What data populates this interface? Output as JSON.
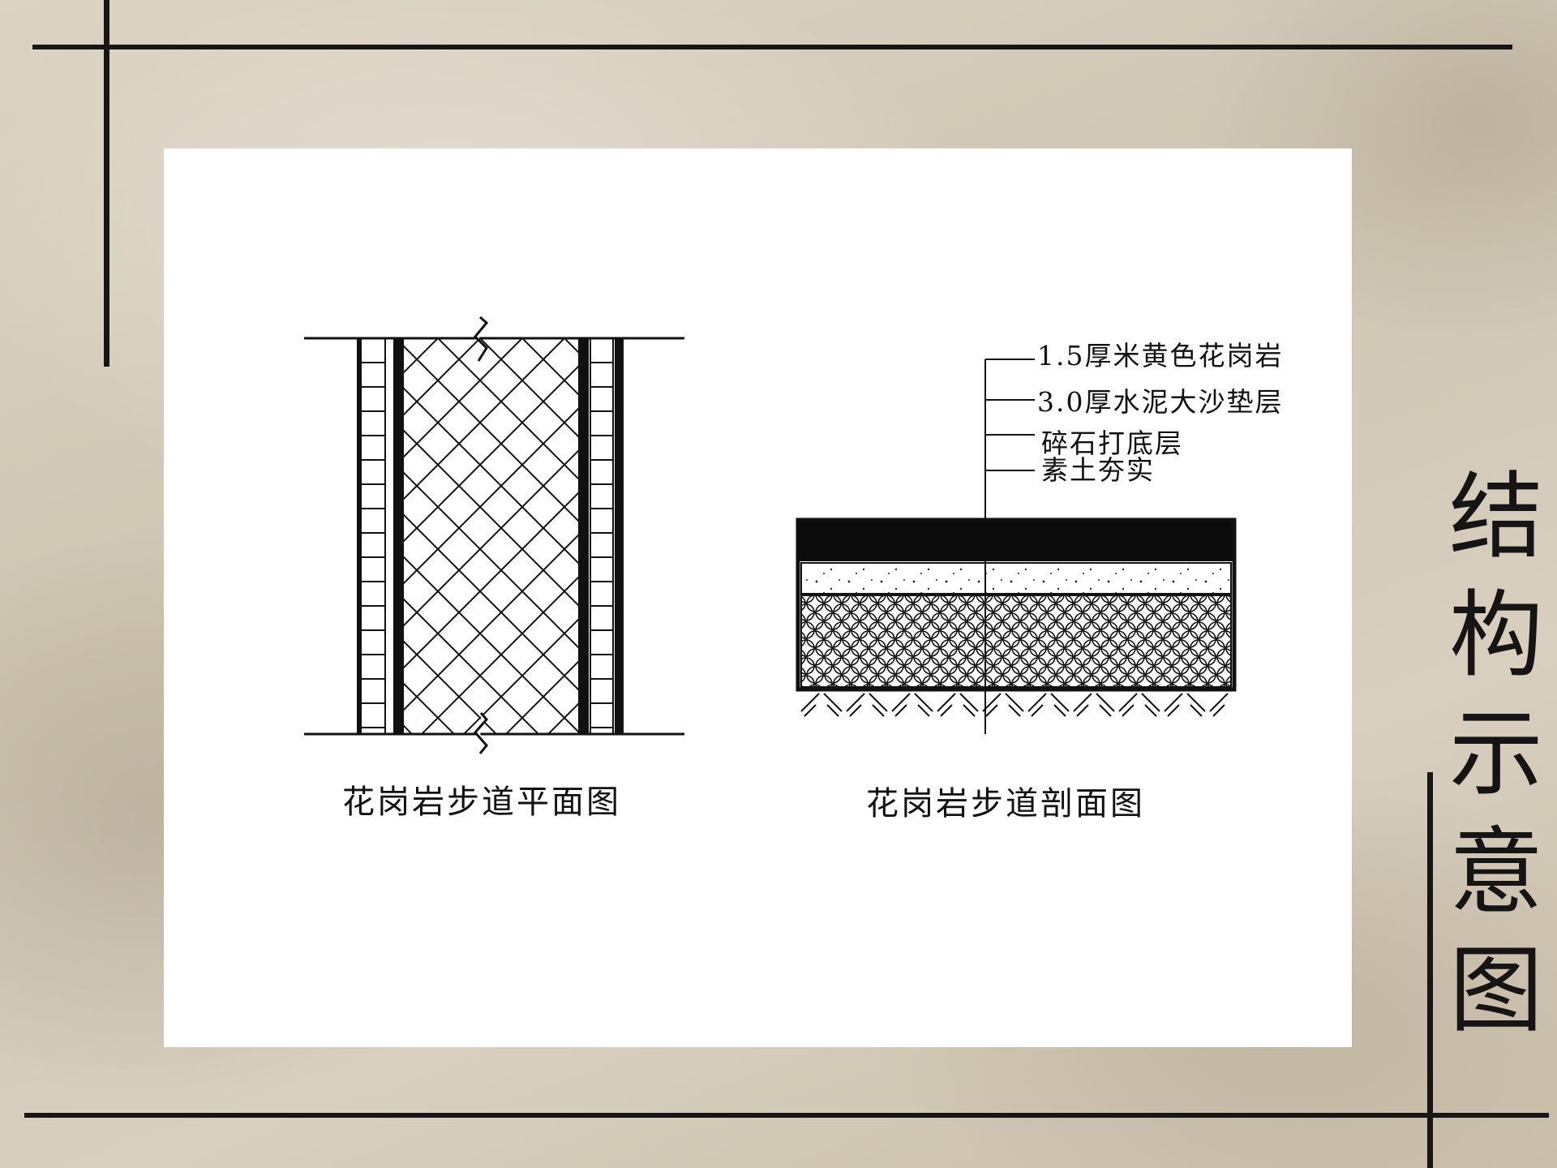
{
  "slide": {
    "title_chars": [
      "结",
      "构",
      "示",
      "意",
      "图"
    ]
  },
  "plan_view": {
    "caption": "花岗岩步道平面图"
  },
  "section_view": {
    "caption": "花岗岩步道剖面图",
    "layers": [
      "1.5厚米黄色花岗岩",
      "3.0厚水泥大沙垫层",
      "碎石打底层",
      "素土夯实"
    ]
  }
}
